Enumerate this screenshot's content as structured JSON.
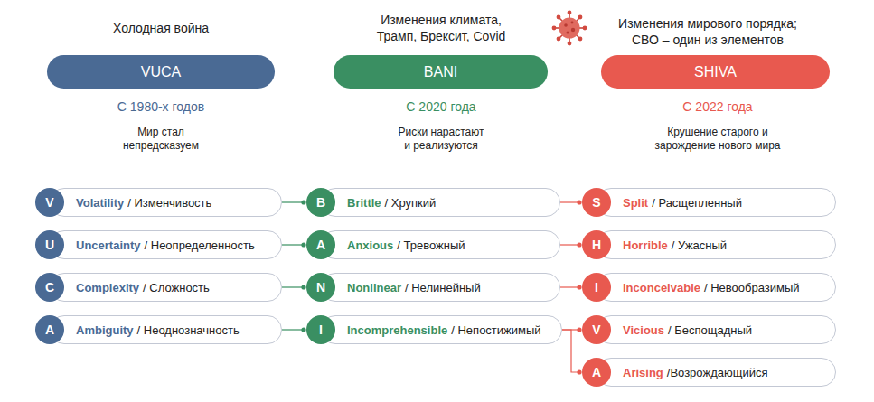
{
  "diagram": {
    "nodes": [
      {
        "text": [
          "VUCA"
        ]
      },
      {
        "text": [
          "BANI"
        ]
      },
      {
        "text": [
          "SHIVA"
        ]
      },
      {
        "text": [
          "Volatility",
          "/ Изменчивость"
        ]
      },
      {
        "text": [
          "V"
        ],
        "in": 3
      },
      {
        "text": [
          "Uncertainty",
          "/ Неопределенность"
        ]
      },
      {
        "text": [
          "U"
        ],
        "in": 5
      },
      {
        "text": [
          "Complexity",
          "/ Сложность"
        ]
      },
      {
        "text": [
          "C"
        ],
        "in": 7
      },
      {
        "text": [
          "Ambiguity",
          "/ Неоднозначность"
        ]
      },
      {
        "text": [
          "A"
        ],
        "in": 9
      },
      {
        "text": [
          "Brittle",
          "/ Хрупкий"
        ]
      },
      {
        "text": [
          "B"
        ],
        "in": 11
      },
      {
        "text": [
          "Anxious",
          "/ Тревожный"
        ]
      },
      {
        "text": [
          "A"
        ],
        "in": 13
      },
      {
        "text": [
          "Nonlinear",
          "/ Нелинейный"
        ]
      },
      {
        "text": [
          "N"
        ],
        "in": 15
      },
      {
        "text": [
          "Incomprehensible",
          "/ Непостижимый"
        ]
      },
      {
        "text": [
          "I"
        ],
        "in": 17
      },
      {
        "text": [
          "Split",
          "/ Расщепленный"
        ]
      },
      {
        "text": [
          "S"
        ],
        "in": 19
      },
      {
        "text": [
          "Horrible",
          "/ Ужасный"
        ]
      },
      {
        "text": [
          "H"
        ],
        "in": 21
      },
      {
        "text": [
          "Inconceivable",
          "/ Невообразимый"
        ]
      },
      {
        "text": [
          "I"
        ],
        "in": 23
      },
      {
        "text": [
          "Vicious",
          "/ Беспощадный"
        ]
      },
      {
        "text": [
          "V"
        ],
        "in": 25
      },
      {
        "text": [
          "Arising",
          "/Возрождающийся"
        ]
      },
      {
        "text": [
          "A"
        ],
        "in": 27
      }
    ],
    "edges": [
      {
        "from": 3,
        "to": 12,
        "arrow": "to"
      },
      {
        "from": 5,
        "to": 14,
        "arrow": "to"
      },
      {
        "from": 7,
        "to": 16,
        "arrow": "to"
      },
      {
        "from": 9,
        "to": 18,
        "arrow": "to"
      },
      {
        "from": 11,
        "to": 20,
        "arrow": "to"
      },
      {
        "from": 13,
        "to": 22,
        "arrow": "to"
      },
      {
        "from": 15,
        "to": 24,
        "arrow": "to"
      },
      {
        "from": 17,
        "to": 26,
        "arrow": "to"
      },
      {
        "from": 17,
        "to": 28,
        "arrow": "to"
      }
    ],
    "labels": [
      "Холодная война",
      "Изменения климата, Трамп, Брексит, Covid",
      "Изменения мирового порядка; СВО – один из элементов",
      "С 1980-х годов",
      "Мир стал непредсказуем",
      "С 2020 года",
      "Риски нарастают и реализуются",
      "С 2022 года",
      "Крушение старого и зарождение нового мира"
    ]
  }
}
